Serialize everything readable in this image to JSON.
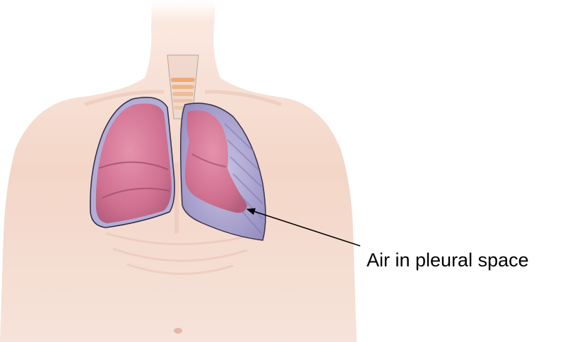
{
  "annotation": {
    "label": "Air in pleural space"
  },
  "colors": {
    "background": "#ffffff",
    "skin": "#f3d9cc",
    "lung": "#d97a9a",
    "pleural_cavity": "#a9a3cf",
    "trachea": "#e9b98f",
    "annotation_text": "#000000"
  },
  "icons": {
    "figure": "chest-anatomy-illustration",
    "arrow": "leader-arrow"
  }
}
